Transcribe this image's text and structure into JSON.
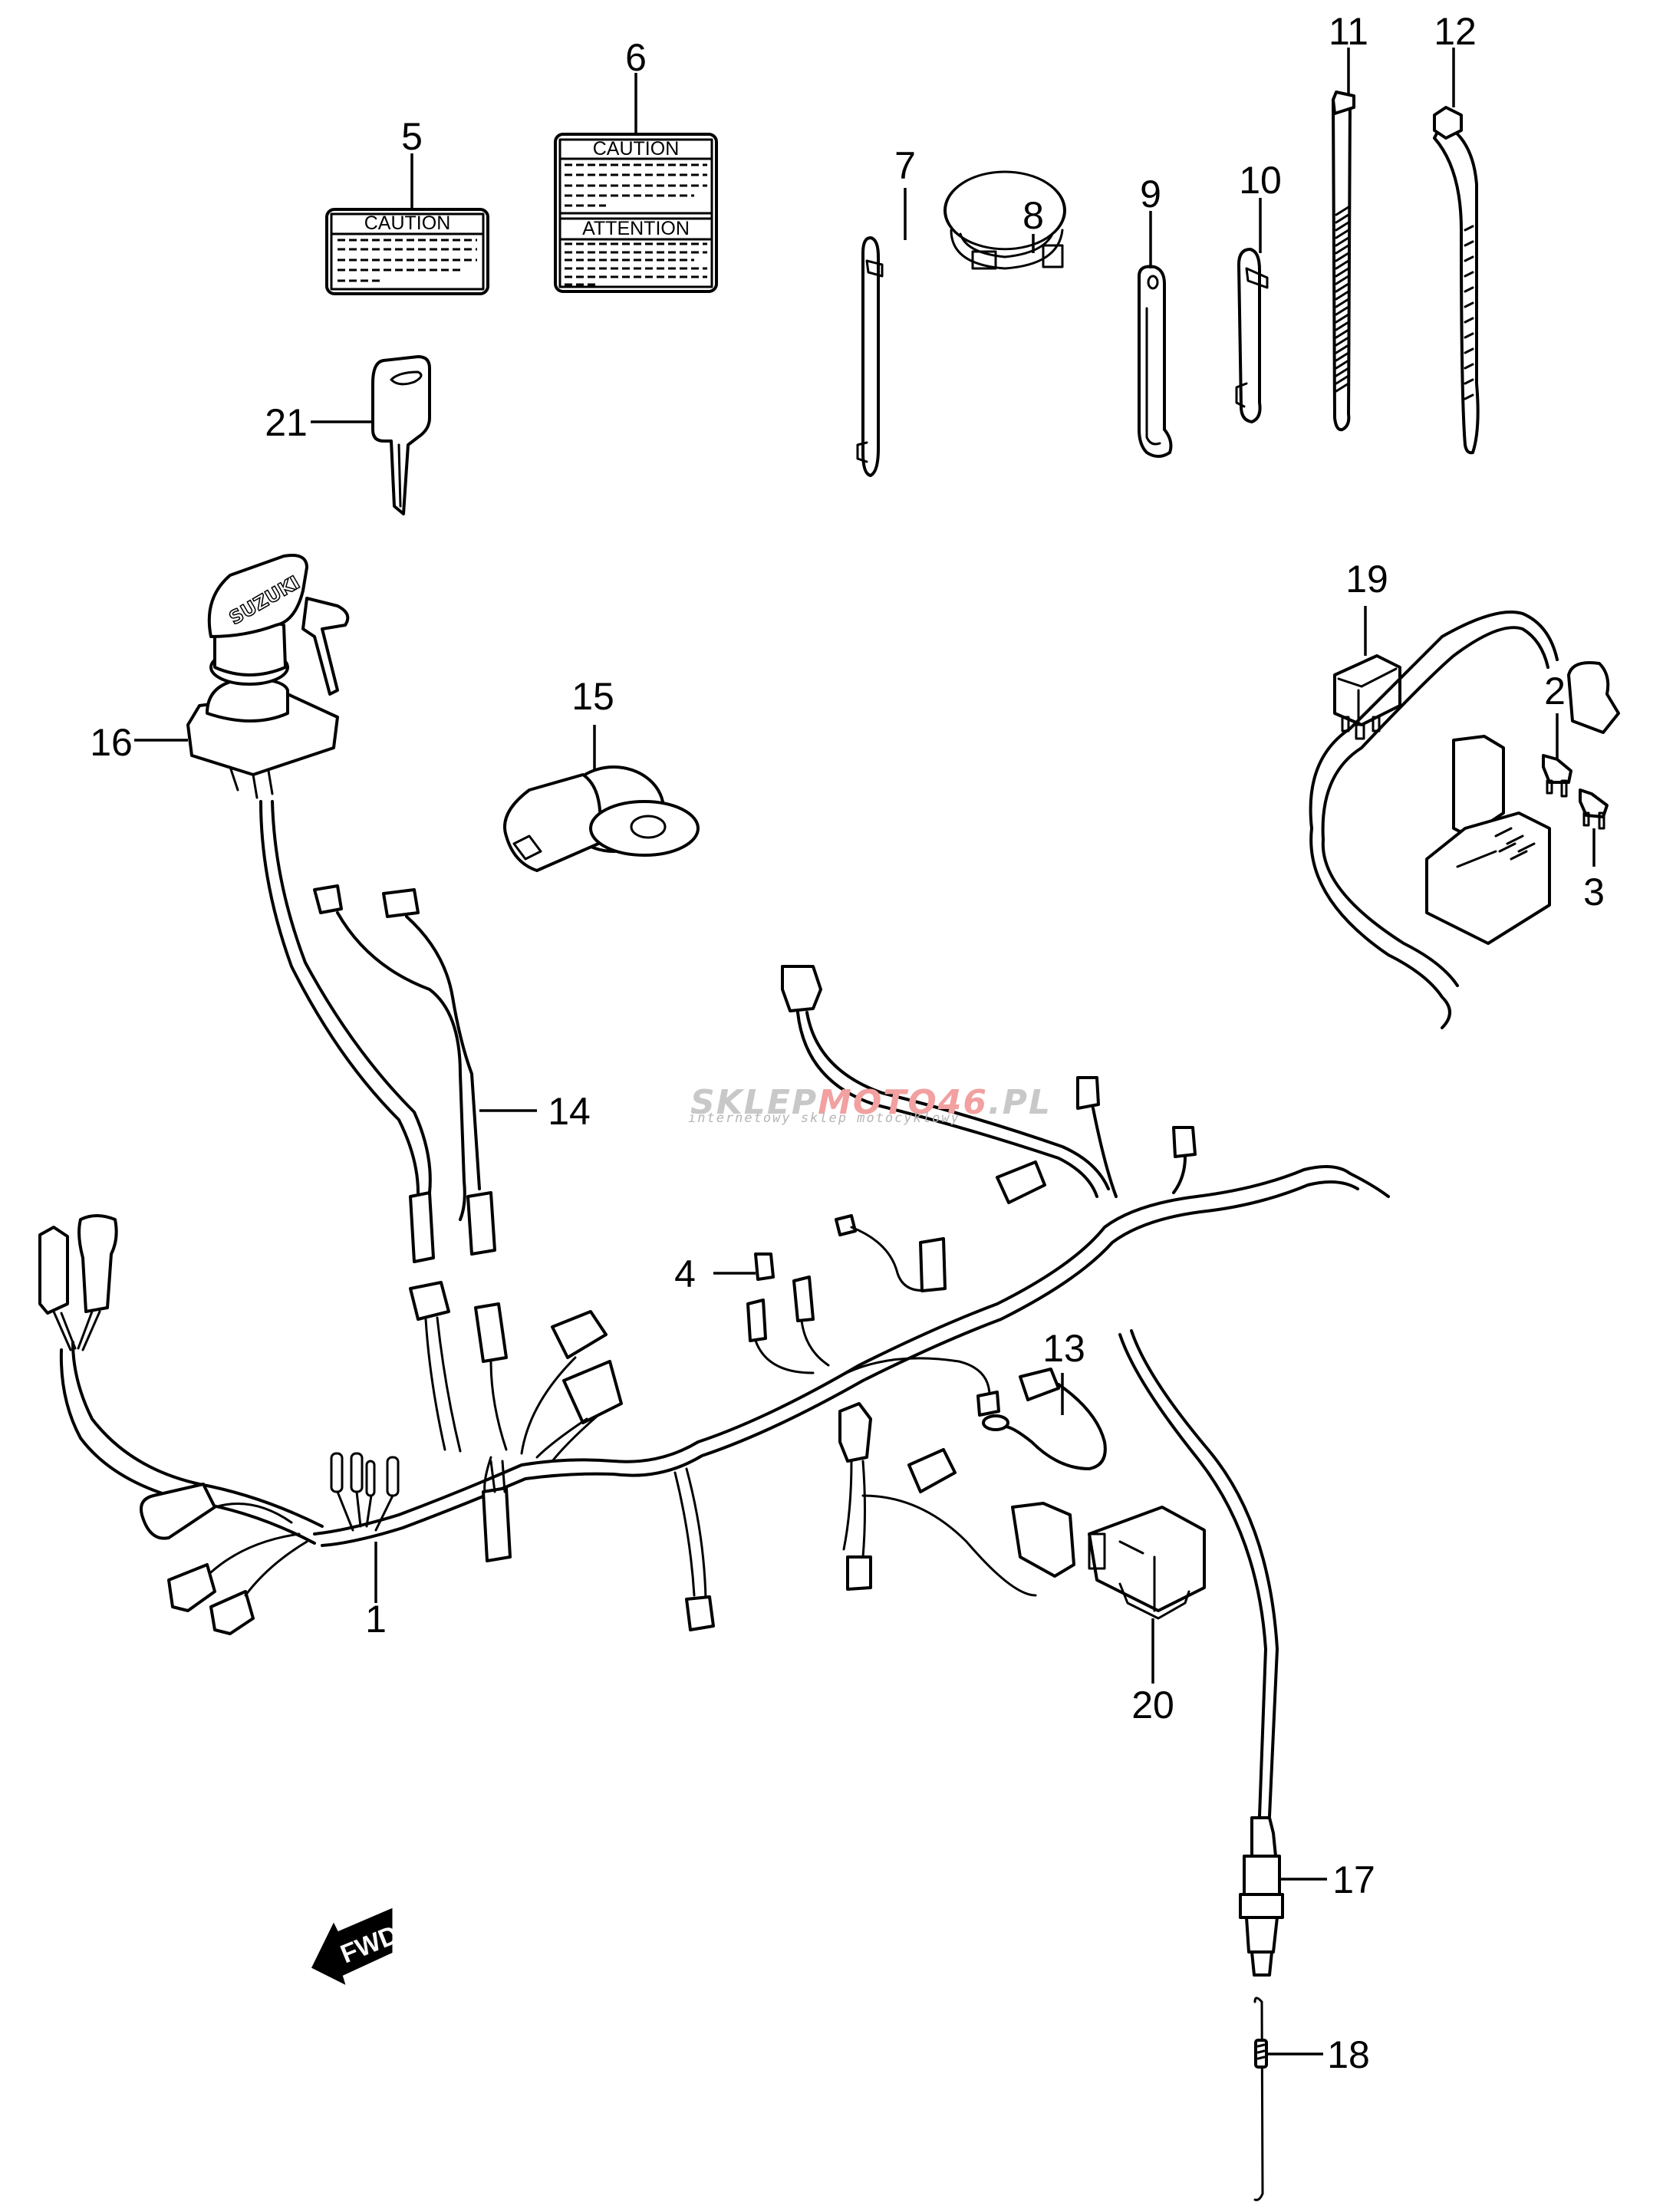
{
  "diagram": {
    "title": "Wiring Harness",
    "callouts": [
      {
        "id": "1",
        "label": "1",
        "part": "wiring harness"
      },
      {
        "id": "2",
        "label": "2",
        "part": "fuse"
      },
      {
        "id": "3",
        "label": "3",
        "part": "fuse"
      },
      {
        "id": "4",
        "label": "4",
        "part": "connector cap"
      },
      {
        "id": "5",
        "label": "5",
        "part": "caution label"
      },
      {
        "id": "6",
        "label": "6",
        "part": "caution / attention label"
      },
      {
        "id": "7",
        "label": "7",
        "part": "clamp"
      },
      {
        "id": "8",
        "label": "8",
        "part": "band clamp"
      },
      {
        "id": "9",
        "label": "9",
        "part": "clamp"
      },
      {
        "id": "10",
        "label": "10",
        "part": "clamp"
      },
      {
        "id": "11",
        "label": "11",
        "part": "cable tie"
      },
      {
        "id": "12",
        "label": "12",
        "part": "cable tie"
      },
      {
        "id": "13",
        "label": "13",
        "part": "ground lead"
      },
      {
        "id": "14",
        "label": "14",
        "part": "sub harness"
      },
      {
        "id": "15",
        "label": "15",
        "part": "sensor"
      },
      {
        "id": "16",
        "label": "16",
        "part": "ignition switch"
      },
      {
        "id": "17",
        "label": "17",
        "part": "lead sensor"
      },
      {
        "id": "18",
        "label": "18",
        "part": "spring"
      },
      {
        "id": "19",
        "label": "19",
        "part": "relay"
      },
      {
        "id": "20",
        "label": "20",
        "part": "relay"
      },
      {
        "id": "21",
        "label": "21",
        "part": "key blank"
      }
    ],
    "labels": {
      "label5_title": "CAUTION",
      "label6_title_top": "CAUTION",
      "label6_title_bottom": "ATTENTION"
    },
    "key_brand": "SUZUKI",
    "direction_arrow": "FWD",
    "watermark": {
      "part1": "SKLEP",
      "part2": "MOTO",
      "part3": "46",
      "part4": ".PL",
      "subtitle": "internetowy sklep motocyklowy",
      "accent_color": "#f2a0a0",
      "gray_color": "#c8c8c8"
    }
  }
}
